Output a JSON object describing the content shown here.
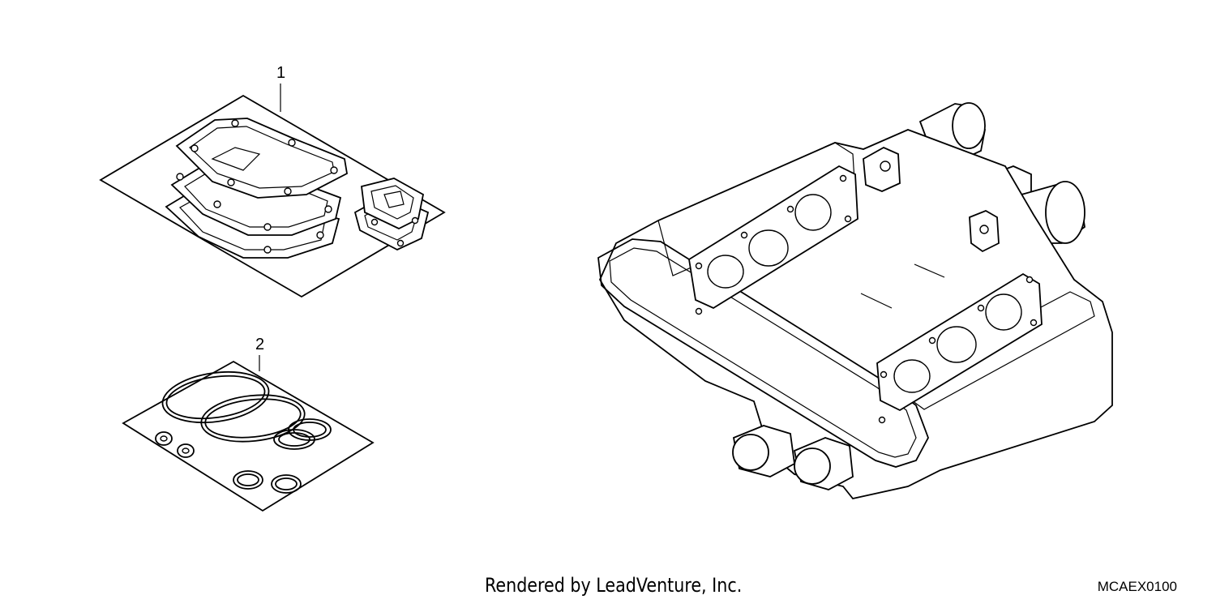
{
  "diagram": {
    "callouts": {
      "part_1": "1",
      "part_2": "2"
    },
    "footer": {
      "credit": "Rendered by LeadVenture, Inc.",
      "code": "MCAEX0100"
    }
  }
}
